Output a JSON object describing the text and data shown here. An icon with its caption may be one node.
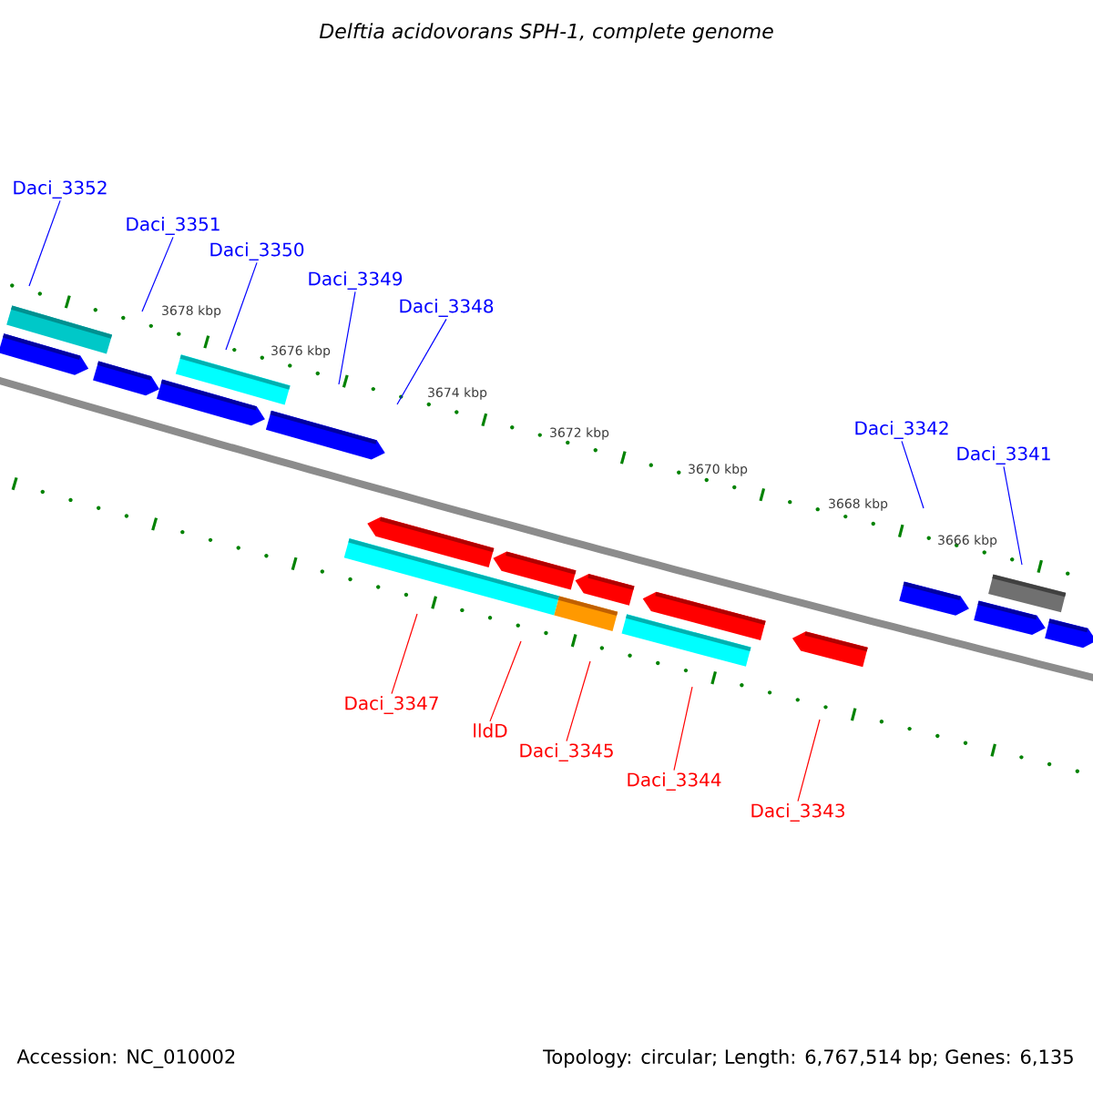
{
  "diagram": {
    "title": "Delftia acidovorans SPH-1, complete genome",
    "nodes": [
      {
        "text": [
          "Daci_3352"
        ]
      },
      {
        "text": [
          "Daci_3351"
        ]
      },
      {
        "text": [
          "Daci_3350"
        ]
      },
      {
        "text": [
          "Daci_3349"
        ]
      },
      {
        "text": [
          "Daci_3348"
        ]
      },
      {
        "text": [
          "Daci_3342"
        ]
      },
      {
        "text": [
          "Daci_3341"
        ]
      },
      {
        "text": [
          "Daci_3347"
        ]
      },
      {
        "text": [
          "lldD"
        ]
      },
      {
        "text": [
          "Daci_3345"
        ]
      },
      {
        "text": [
          "Daci_3344"
        ]
      },
      {
        "text": [
          "Daci_3343"
        ]
      }
    ],
    "edges": [
      {
        "from": 0,
        "to": null,
        "arrow": "none"
      },
      {
        "from": 1,
        "to": null,
        "arrow": "none"
      },
      {
        "from": 2,
        "to": null,
        "arrow": "none"
      },
      {
        "from": 3,
        "to": null,
        "arrow": "none"
      },
      {
        "from": 4,
        "to": null,
        "arrow": "none"
      },
      {
        "from": 5,
        "to": null,
        "arrow": "none"
      },
      {
        "from": 6,
        "to": null,
        "arrow": "none"
      },
      {
        "from": 7,
        "to": null,
        "arrow": "none",
        "color": "#ff0000"
      },
      {
        "from": 8,
        "to": null,
        "arrow": "none",
        "color": "#ff0000"
      },
      {
        "from": 9,
        "to": null,
        "arrow": "none",
        "color": "#ff0000"
      },
      {
        "from": 10,
        "to": null,
        "arrow": "none",
        "color": "#ff0000"
      },
      {
        "from": 11,
        "to": null,
        "arrow": "none",
        "color": "#ff0000"
      }
    ],
    "labels": [
      "3678 kbp",
      "3676 kbp",
      "3674 kbp",
      "3672 kbp",
      "3670 kbp",
      "3668 kbp",
      "3666 kbp",
      "Accession: NC_010002",
      "Topology: circular; Length: 6,767,514 bp; Genes: 6,135"
    ]
  }
}
